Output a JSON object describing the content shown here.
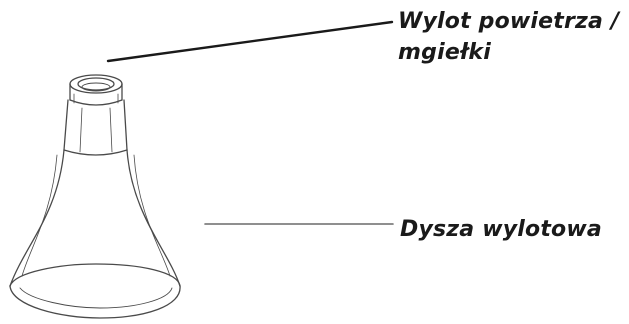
{
  "labels": {
    "outlet_line1": "Wylot powietrza /",
    "outlet_line2": "mgiełki",
    "nozzle": "Dysza wylotowa"
  }
}
